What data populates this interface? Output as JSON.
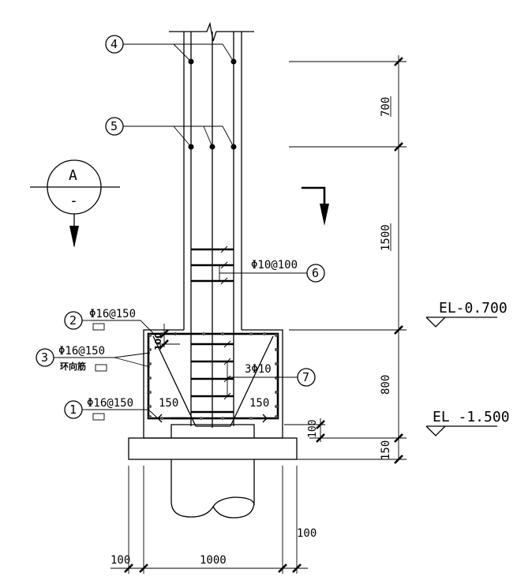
{
  "dimensions": {
    "d700": "700",
    "d1500": "1500",
    "d800": "800",
    "d150v": "150",
    "d100_left": "100",
    "d1000": "1000",
    "d100_right": "100",
    "d100_small": "100",
    "d100_bottom": "100",
    "d150_left": "150",
    "d150_right": "150"
  },
  "elevations": {
    "upper": "EL-0.700",
    "lower": "EL -1.500"
  },
  "section_mark": {
    "letter": "A",
    "sub": "-"
  },
  "callouts": {
    "c1": {
      "num": "1",
      "spec": "Φ16@150"
    },
    "c2": {
      "num": "2",
      "spec": "Φ16@150"
    },
    "c3": {
      "num": "3",
      "spec": "Φ16@150",
      "note": "环向筋"
    },
    "c4": {
      "num": "4"
    },
    "c5": {
      "num": "5"
    },
    "c6": {
      "num": "6",
      "spec": "Φ10@100"
    },
    "c7": {
      "num": "7",
      "spec": "3Φ10"
    }
  }
}
